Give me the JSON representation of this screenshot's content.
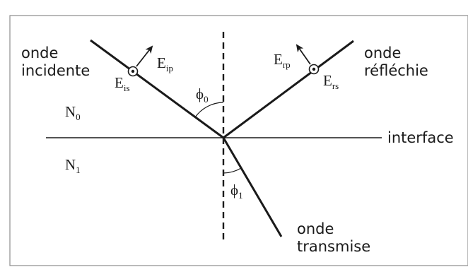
{
  "labels": {
    "incident_line1": "onde",
    "incident_line2": "incidente",
    "reflected_line1": "onde",
    "reflected_line2": "réfléchie",
    "transmitted_line1": "onde",
    "transmitted_line2": "transmise",
    "interface": "interface"
  },
  "media": {
    "top": {
      "symbol": "N",
      "sub": "0"
    },
    "bottom": {
      "symbol": "N",
      "sub": "1"
    }
  },
  "angles": {
    "incidence": {
      "symbol": "ϕ",
      "sub": "0"
    },
    "refraction": {
      "symbol": "ϕ",
      "sub": "1"
    }
  },
  "fields": {
    "incident_p": {
      "symbol": "E",
      "sub": "ip"
    },
    "incident_s": {
      "symbol": "E",
      "sub": "is"
    },
    "reflected_p": {
      "symbol": "E",
      "sub": "rp"
    },
    "reflected_s": {
      "symbol": "E",
      "sub": "rs"
    }
  },
  "colors": {
    "ink": "#1a1a1a",
    "frame": "#8c8c8c",
    "background": "#ffffff"
  },
  "icons": {
    "s_polarization": "dot-in-circle",
    "p_polarization": "arrow"
  }
}
